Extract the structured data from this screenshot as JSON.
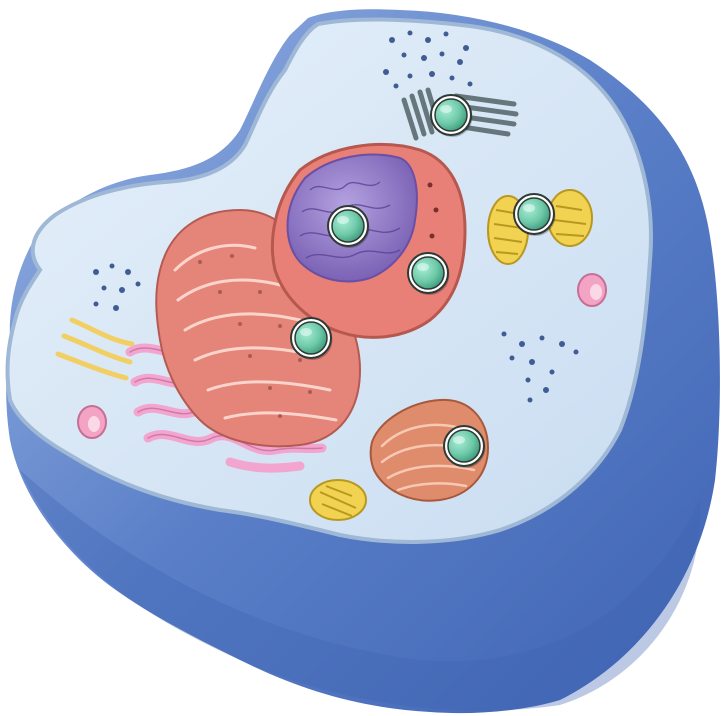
{
  "diagram": {
    "colors": {
      "background": "#ffffff",
      "cell_outer": "#5a7fc8",
      "cell_outer_dark": "#3f63b3",
      "cytoplasm": "#d8e8f6",
      "membrane": "#9fb8d6",
      "nucleus_envelope": "#e98078",
      "nucleus_inner": "#8f76c4",
      "rough_er": "#e5857a",
      "smooth_er": "#f2a6cf",
      "golgi": "#de8c6b",
      "mitochondrion": "#f1d351",
      "centrosome": "#7f9296",
      "ribosome": "#3f5d94",
      "vesicle": "#f3a3c4",
      "cytoskeleton": "#f2cf63",
      "hotspot_fill": "#6fcaa9",
      "hotspot_ring": "#2f3a35"
    },
    "hotspots": [
      {
        "name": "hotspot-centrosome",
        "icon": "marker-circle"
      },
      {
        "name": "hotspot-nucleus",
        "icon": "marker-circle"
      },
      {
        "name": "hotspot-mitochondrion",
        "icon": "marker-circle"
      },
      {
        "name": "hotspot-nuclear-envelope",
        "icon": "marker-circle"
      },
      {
        "name": "hotspot-rough-er",
        "icon": "marker-circle"
      },
      {
        "name": "hotspot-golgi",
        "icon": "marker-circle"
      }
    ]
  }
}
